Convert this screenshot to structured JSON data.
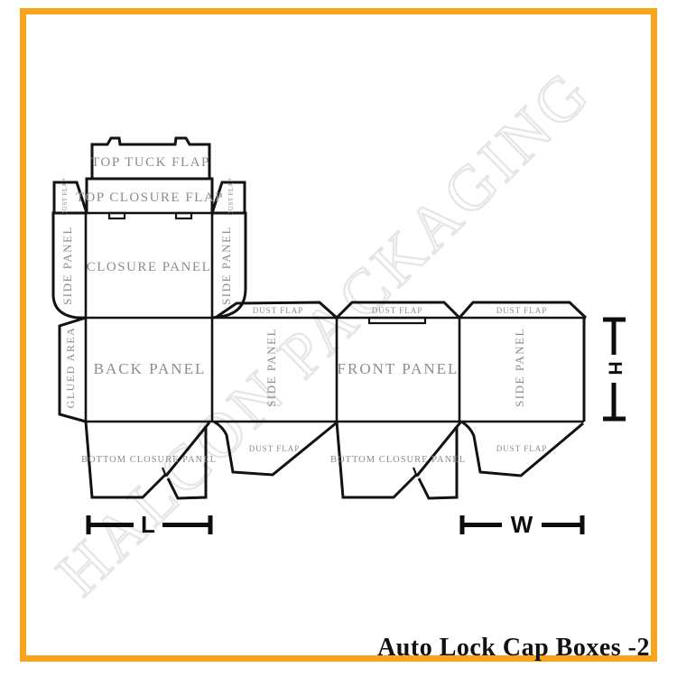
{
  "title": "Auto Lock Cap Boxes -2",
  "watermark": {
    "text": "HALCON PACKAGING",
    "color": "#e5e5e5"
  },
  "colors": {
    "border": "#F9A51C",
    "dieline": "#121212",
    "panel_label": "#8c8c8c",
    "dimension": "#0d0d0d"
  },
  "panels": {
    "top_tuck_flap": "TOP TUCK FLAP",
    "top_closure_flap": "TOP CLOSURE FLAP",
    "dust_flap_top_left": "DUST FLAP",
    "dust_flap_top_right": "DUST FLAP",
    "side_panel_upper_left": "SIDE PANEL",
    "side_panel_upper_right": "SIDE PANEL",
    "closure_panel": "CLOSURE PANEL",
    "glued_area": "GLUED AREA",
    "back_panel": "BACK PANEL",
    "side_panel_mid_left": "SIDE PANEL",
    "front_panel": "FRONT PANEL",
    "side_panel_mid_right": "SIDE PANEL",
    "dust_flap_mid_left": "DUST FLAP",
    "dust_flap_mid_center": "DUST FLAP",
    "dust_flap_mid_right": "DUST FLAP",
    "bottom_closure_panel_left": "BOTTOM CLOSURE PANEL",
    "bottom_closure_panel_right": "BOTTOM CLOSURE PANEL",
    "dust_flap_bottom_left": "DUST FLAP",
    "dust_flap_bottom_right": "DUST FLAP"
  },
  "dimensions": {
    "length": "L",
    "width": "W",
    "height": "H"
  }
}
